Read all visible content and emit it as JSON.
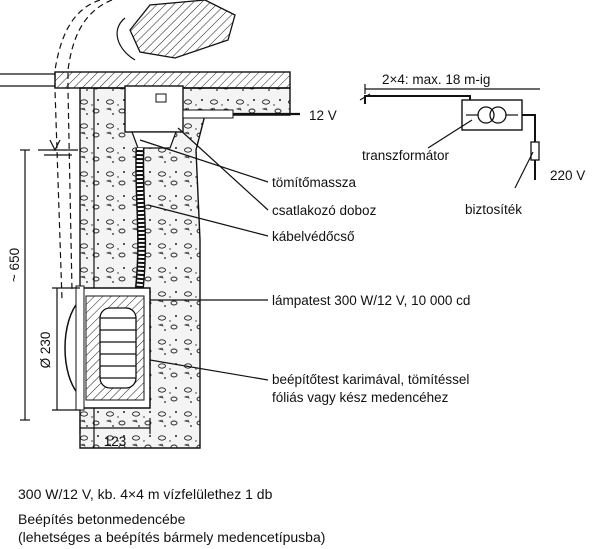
{
  "labels": {
    "cable_spec": "2×4: max. 18 m-ig",
    "voltage_low": "12 V",
    "transformer": "transzformátor",
    "voltage_high": "220 V",
    "fuse": "biztosíték",
    "sealant": "tömítőmassza",
    "junction_box": "csatlakozó doboz",
    "conduit": "kábelvédőcső",
    "lamp_body": "lámpatest 300 W/12 V, 10 000 cd",
    "housing_line1": "beépítőtest karimával, tömítéssel",
    "housing_line2": "fóliás vagy kész medencéhez"
  },
  "dimensions": {
    "depth": "~ 650",
    "diameter": "Ø 230",
    "width": "123"
  },
  "caption": {
    "line1": "300 W/12 V, kb. 4×4 m vízfelülethez 1 db",
    "line2": "Beépítés betonmedencébe",
    "line3": "(lehetséges a beépítés bármely medencetípusba)"
  },
  "colors": {
    "ink": "#111111",
    "background": "#ffffff",
    "concrete_fill": "#f2f2f2"
  }
}
